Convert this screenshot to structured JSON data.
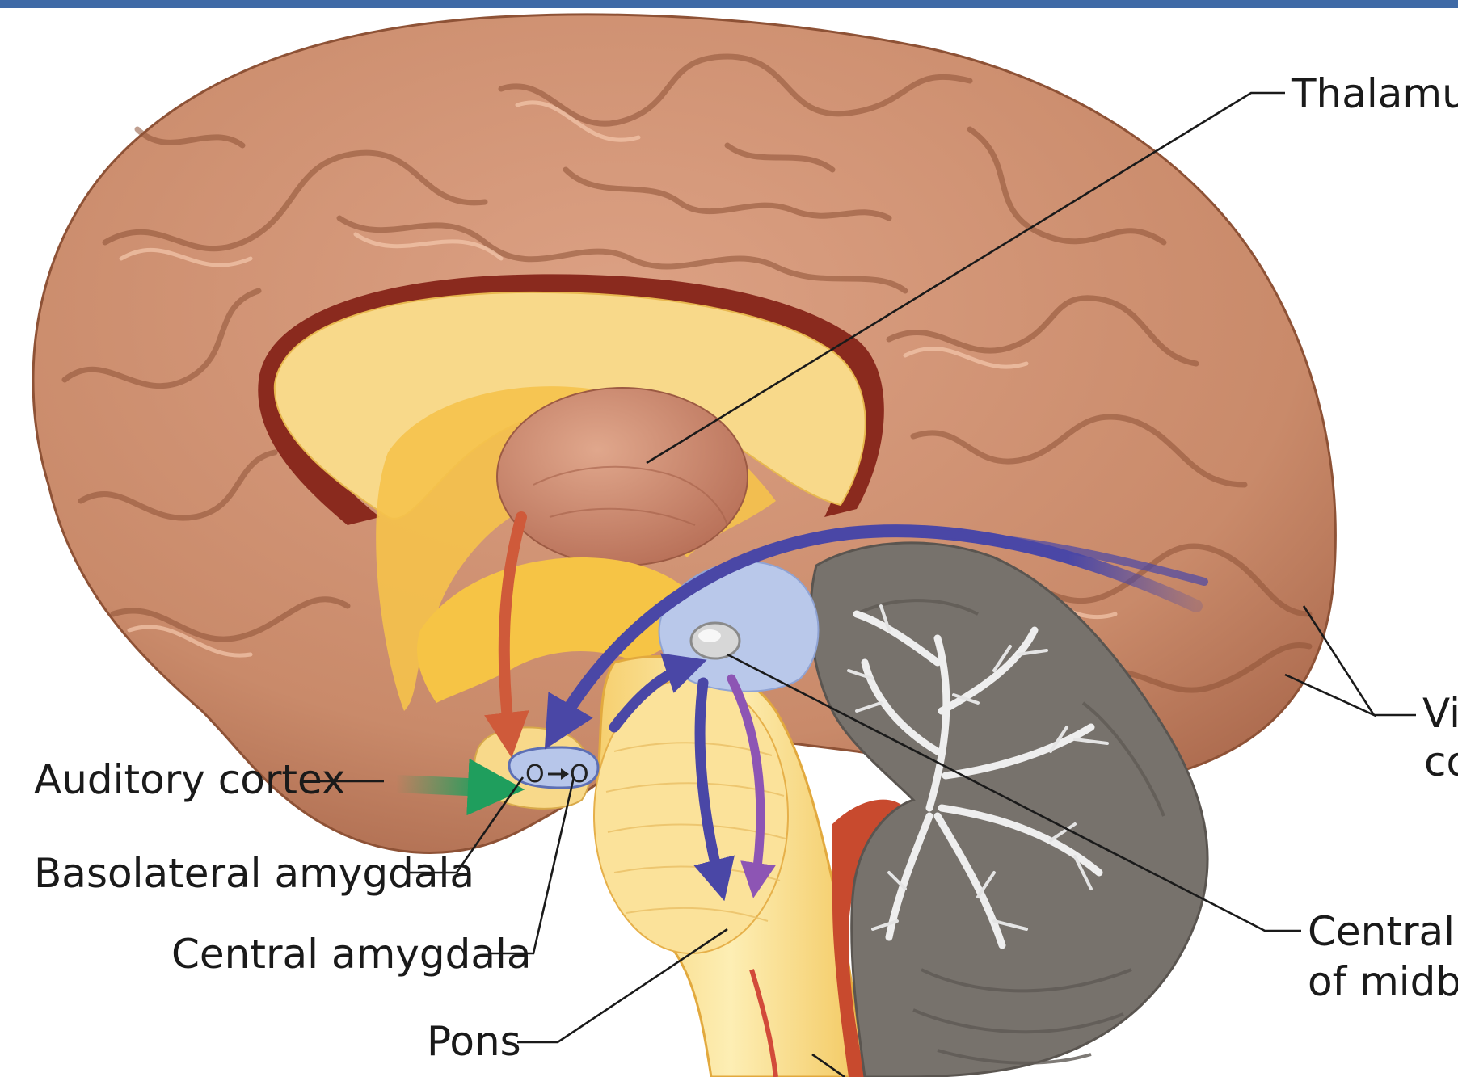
{
  "labels": {
    "thalamus": "Thalamus",
    "visual_cortex_line1": "Vi",
    "visual_cortex_line2": "co",
    "auditory_cortex": "Auditory cortex",
    "basolateral_amygdala": "Basolateral amygdala",
    "central_amygdala": "Central amygdala",
    "pons": "Pons",
    "central_gray_line1": "Central g",
    "central_gray_line2": "of midbr",
    "amygdala_node_left": "O",
    "amygdala_node_right": "O"
  },
  "colors": {
    "header_bar": "#3f6aa6",
    "cortex": "#c98a6a",
    "cortex_shadow": "#8e5236",
    "cortex_highlight": "#f0c2a6",
    "white_matter": "#f8d98a",
    "corpus_callosum_rim": "#8a2a1e",
    "thalamus": "#c9856a",
    "cerebellum": "#77726c",
    "cerebellum_arbor": "#eeeeee",
    "brainstem": "#fbe39a",
    "amygdala": "#b7c6ea",
    "central_gray": "#b9c8ea",
    "pathway_blue": "#4a47a6",
    "pathway_purple": "#8d55b4",
    "pathway_red": "#cf5a3a",
    "pathway_green": "#1f9e5d"
  }
}
